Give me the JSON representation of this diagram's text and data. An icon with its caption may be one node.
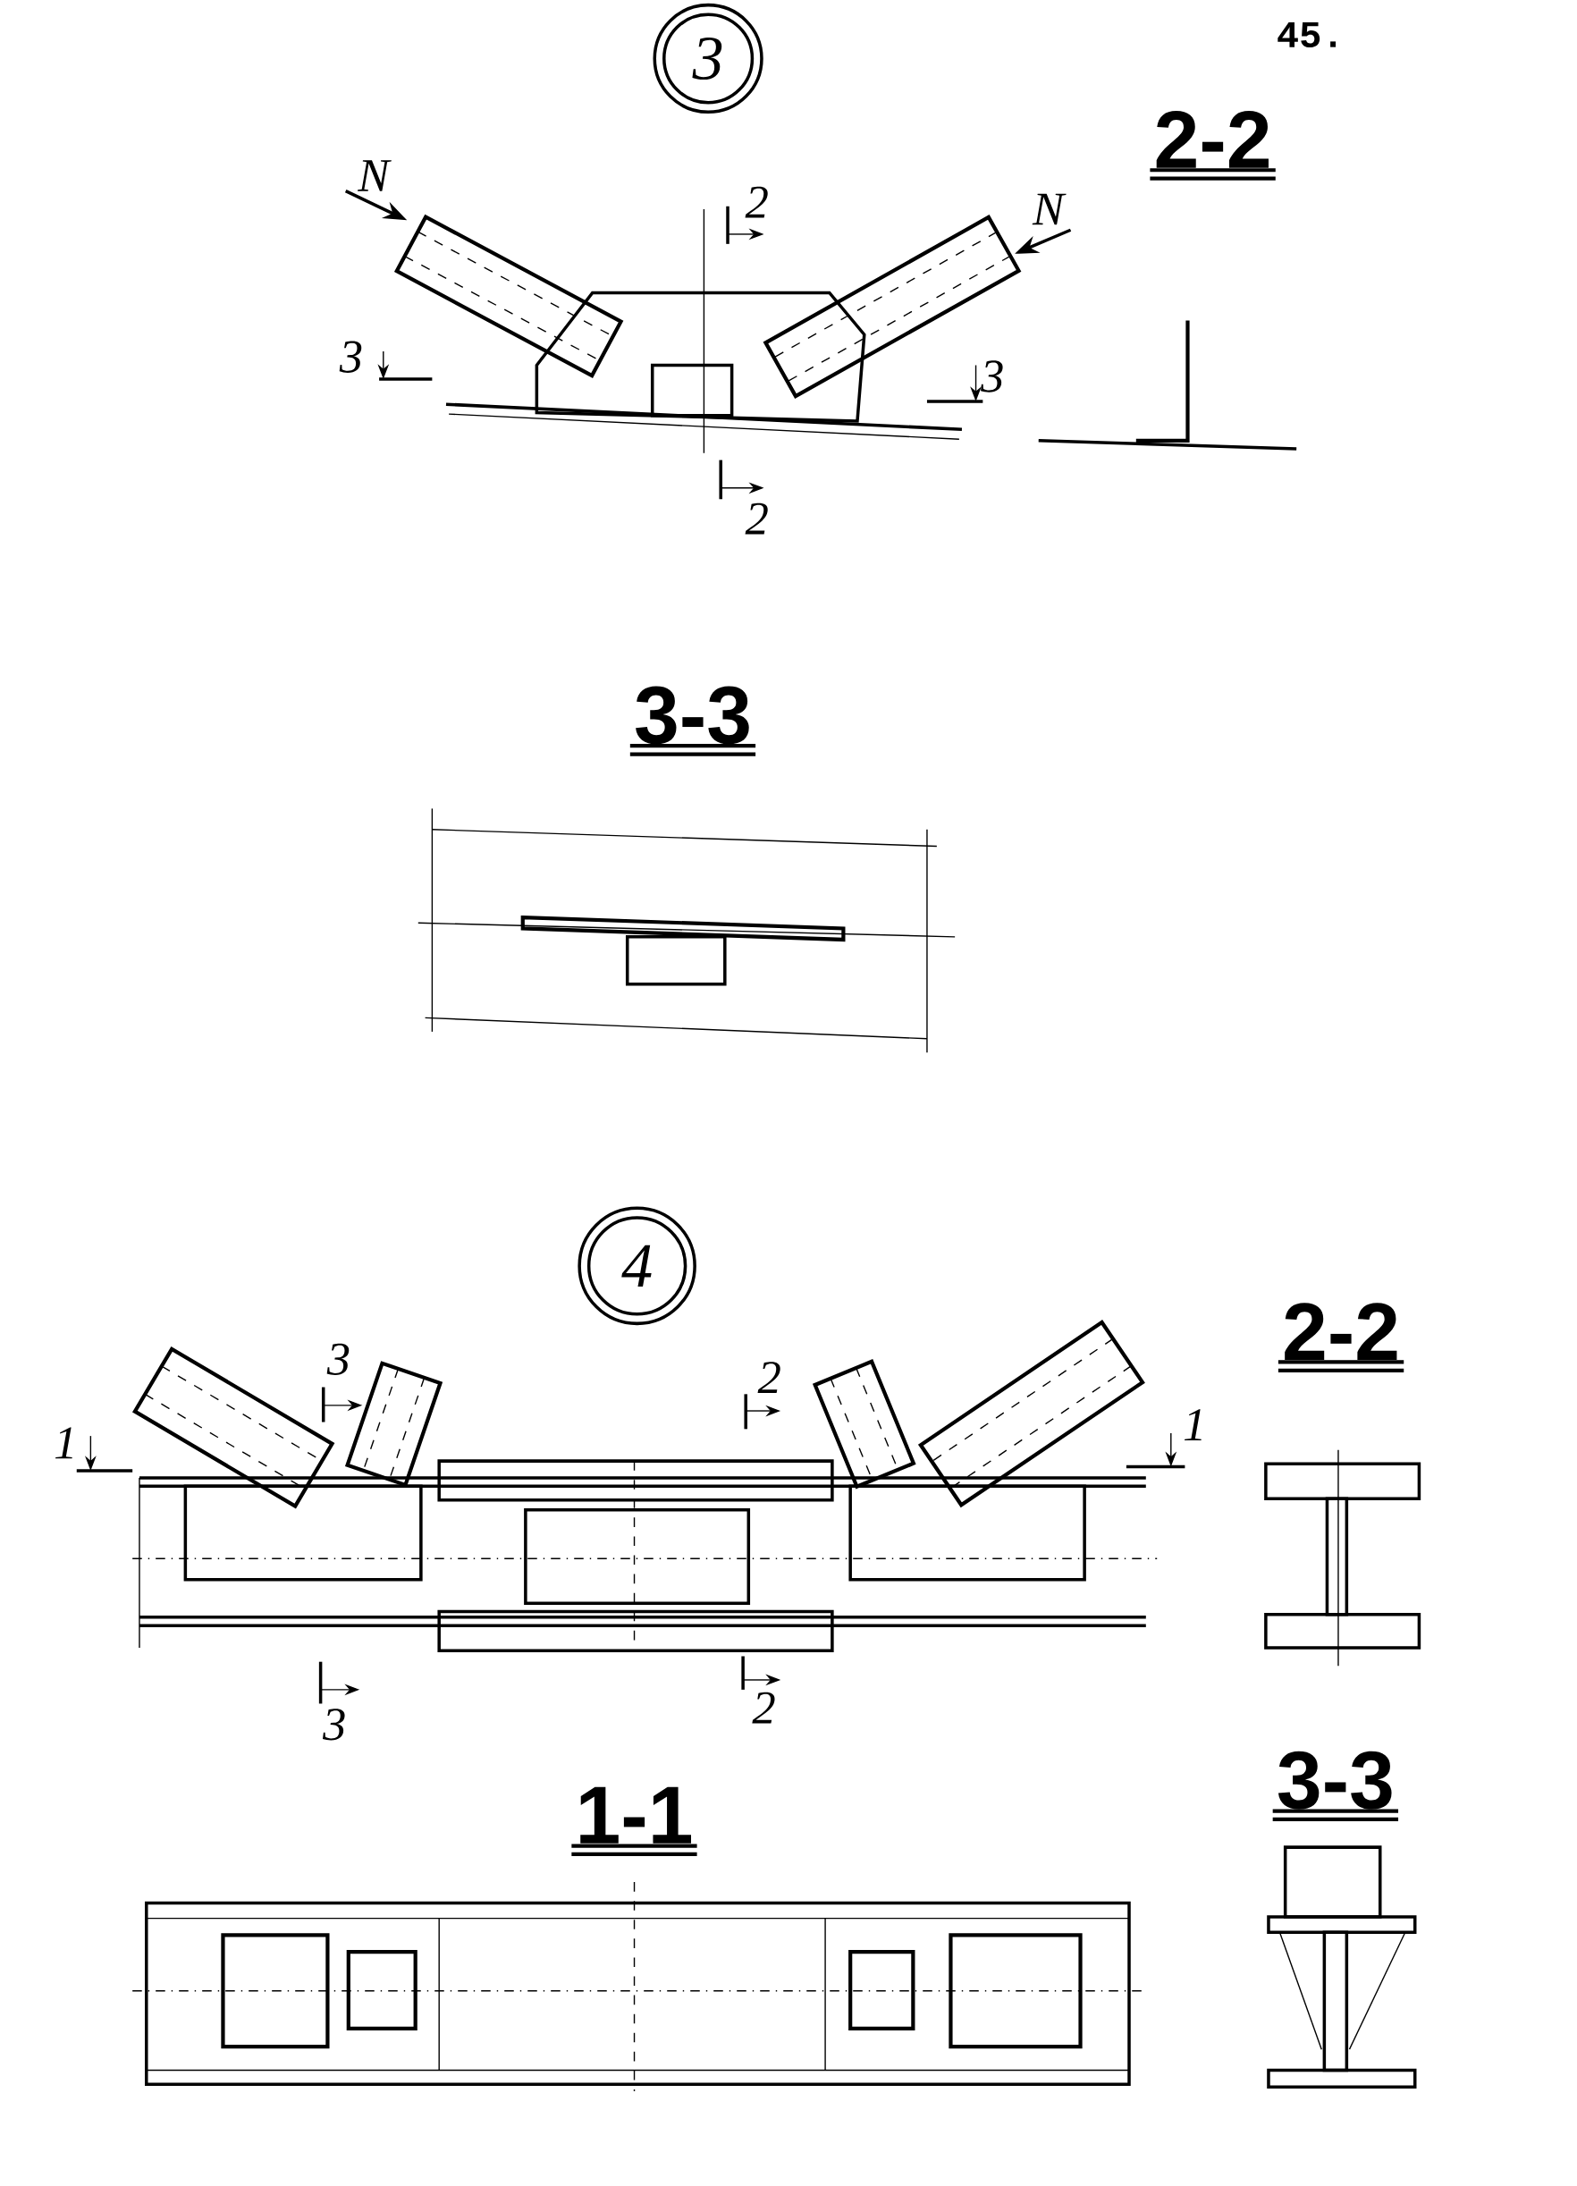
{
  "diagram": {
    "nodes": [
      {
        "text": [
          "3"
        ]
      },
      {
        "text": [
          "4"
        ]
      }
    ],
    "labels": [
      "45.",
      "2-2",
      "N",
      "2",
      "N",
      "3",
      "3",
      "2",
      "3-3",
      "2-2",
      "3",
      "2",
      "1",
      "1",
      "3",
      "2",
      "1-1",
      "3-3"
    ]
  }
}
